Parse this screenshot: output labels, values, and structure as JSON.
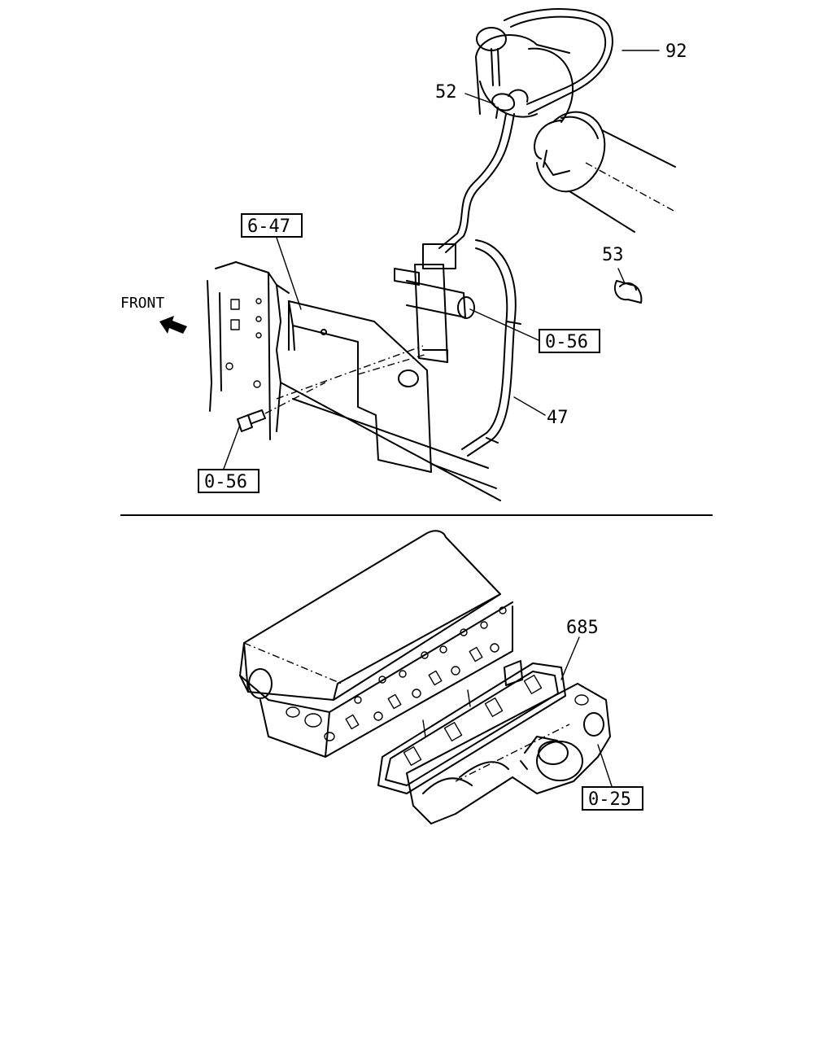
{
  "front_label": "FRONT",
  "callouts": {
    "c92": "92",
    "c52": "52",
    "c53": "53",
    "c47": "47",
    "c685": "685"
  },
  "references": {
    "r_6_47": "6-47",
    "r_0_56_upper": "0-56",
    "r_0_56_lower": "0-56",
    "r_0_25": "0-25"
  }
}
